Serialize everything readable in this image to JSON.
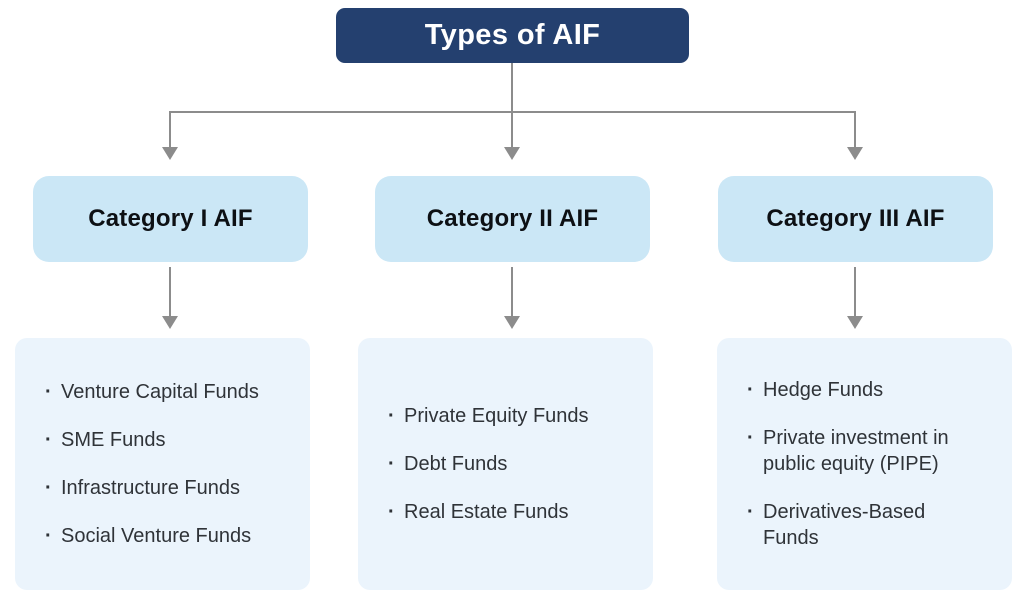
{
  "diagram": {
    "title": "Types of AIF",
    "categories": [
      {
        "label": "Category I AIF",
        "items": [
          "Venture Capital Funds",
          "SME Funds",
          "Infrastructure Funds",
          "Social Venture Funds"
        ]
      },
      {
        "label": "Category II AIF",
        "items": [
          "Private Equity Funds",
          "Debt Funds",
          "Real Estate Funds"
        ]
      },
      {
        "label": "Category III AIF",
        "items": [
          "Hedge Funds",
          "Private investment in public equity (PIPE)",
          "Derivatives-Based Funds"
        ]
      }
    ],
    "colors": {
      "title_bg": "#24406F",
      "title_text": "#FFFFFF",
      "category_bg": "#CBE7F6",
      "category_text": "#0D1014",
      "list_bg": "#EBF4FC",
      "list_text": "#2F3338",
      "connector": "#8C8C8C"
    }
  }
}
